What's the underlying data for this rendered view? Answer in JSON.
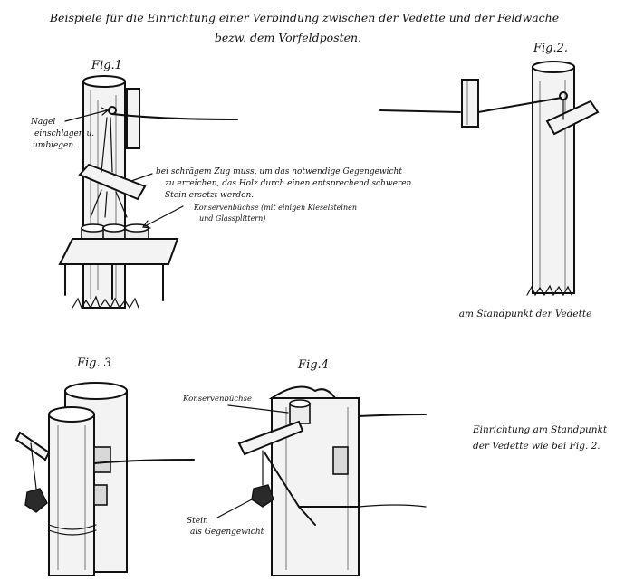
{
  "title": {
    "line1": "Beispiele für die Einrichtung einer Verbindung zwischen der Vedette und der Feldwache",
    "line2": "bezw. dem Vorfeldposten."
  },
  "fig1": {
    "label": "Fig.1",
    "nail_note_1": "Nagel",
    "nail_note_2": "einschlagen u.",
    "nail_note_3": "umbiegen.",
    "weight_note_1": "bei schrägem Zug muss, um das notwendige Gegengewicht",
    "weight_note_2": "zu erreichen, das Holz durch einen entsprechend schweren",
    "weight_note_3": "Stein ersetzt werden.",
    "can_note_1": "Konservenbüchse (mit einigen Kieselsteinen",
    "can_note_2": "und Glassplittern)"
  },
  "fig2": {
    "label": "Fig.2.",
    "caption": "am Standpunkt der Vedette"
  },
  "fig3": {
    "label": "Fig. 3"
  },
  "fig4": {
    "label": "Fig.4",
    "can_note": "Konservenbüchse",
    "stone_note_1": "Stein",
    "stone_note_2": "als Gegengewicht"
  },
  "side_note": {
    "line1": "Einrichtung am Standpunkt",
    "line2": "der Vedette wie bei Fig. 2."
  }
}
